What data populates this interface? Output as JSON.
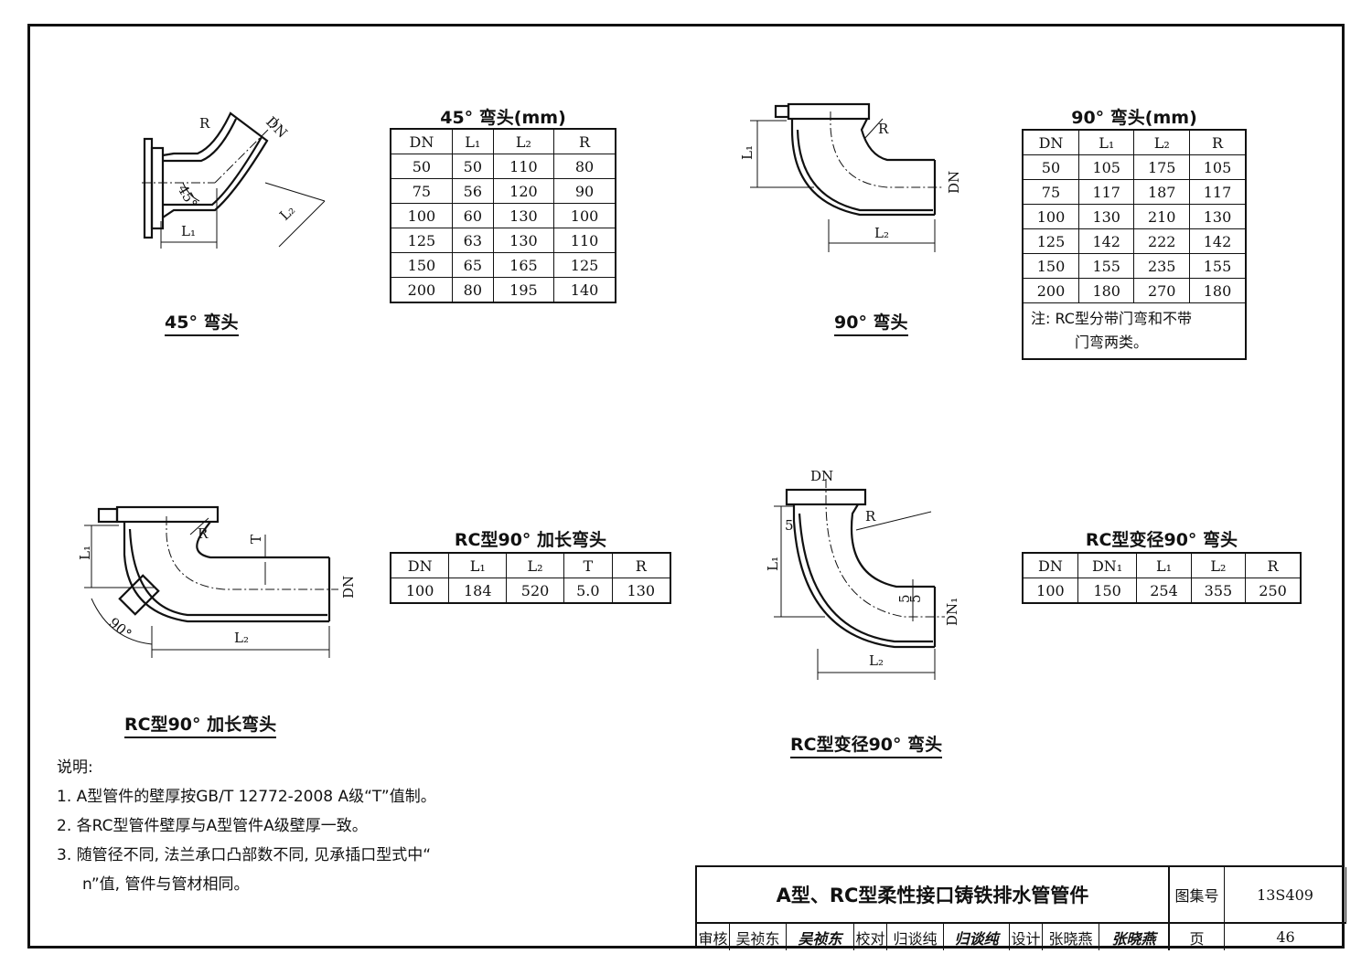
{
  "tables": {
    "elbow45": {
      "title": "45° 弯头(mm)",
      "headers": [
        "DN",
        "L₁",
        "L₂",
        "R"
      ],
      "rows": [
        [
          "50",
          "50",
          "110",
          "80"
        ],
        [
          "75",
          "56",
          "120",
          "90"
        ],
        [
          "100",
          "60",
          "130",
          "100"
        ],
        [
          "125",
          "63",
          "130",
          "110"
        ],
        [
          "150",
          "65",
          "165",
          "125"
        ],
        [
          "200",
          "80",
          "195",
          "140"
        ]
      ]
    },
    "elbow90": {
      "title": "90° 弯头(mm)",
      "headers": [
        "DN",
        "L₁",
        "L₂",
        "R"
      ],
      "rows": [
        [
          "50",
          "105",
          "175",
          "105"
        ],
        [
          "75",
          "117",
          "187",
          "117"
        ],
        [
          "100",
          "130",
          "210",
          "130"
        ],
        [
          "125",
          "142",
          "222",
          "142"
        ],
        [
          "150",
          "155",
          "235",
          "155"
        ],
        [
          "200",
          "180",
          "270",
          "180"
        ]
      ],
      "note_line1": "注: RC型分带门弯和不带",
      "note_line2": "门弯两类。"
    },
    "rc_long90": {
      "title": "RC型90° 加长弯头",
      "headers": [
        "DN",
        "L₁",
        "L₂",
        "T",
        "R"
      ],
      "rows": [
        [
          "100",
          "184",
          "520",
          "5.0",
          "130"
        ]
      ]
    },
    "rc_reducing90": {
      "title": "RC型变径90° 弯头",
      "headers": [
        "DN",
        "DN₁",
        "L₁",
        "L₂",
        "R"
      ],
      "rows": [
        [
          "100",
          "150",
          "254",
          "355",
          "250"
        ]
      ]
    }
  },
  "captions": {
    "elbow45": "45° 弯头",
    "elbow90": "90° 弯头",
    "rc_long90": "RC型90° 加长弯头",
    "rc_reducing90": "RC型变径90° 弯头"
  },
  "drawing_labels": {
    "dn": "DN",
    "dn1": "DN₁",
    "r": "R",
    "l1": "L₁",
    "l2": "L₂",
    "t": "T",
    "angle45": "45°",
    "angle90": "90°",
    "dim5": "5"
  },
  "notes": {
    "heading": "说明:",
    "items": [
      "1. A型管件的壁厚按GB/T 12772-2008 A级“T”值制。",
      "2. 各RC型管件壁厚与A型管件A级壁厚一致。",
      "3. 随管径不同, 法兰承口凸部数不同, 见承插口型式中“",
      "n”值, 管件与管材相同。"
    ]
  },
  "title_block": {
    "title": "A型、RC型柔性接口铸铁排水管管件",
    "atlas_label": "图集号",
    "atlas_no": "13S409",
    "review_label": "审核",
    "reviewer": "吴祯东",
    "check_label": "校对",
    "checker": "归谈纯",
    "design_label": "设计",
    "designer": "张晓燕",
    "page_label": "页",
    "page_no": "46"
  }
}
